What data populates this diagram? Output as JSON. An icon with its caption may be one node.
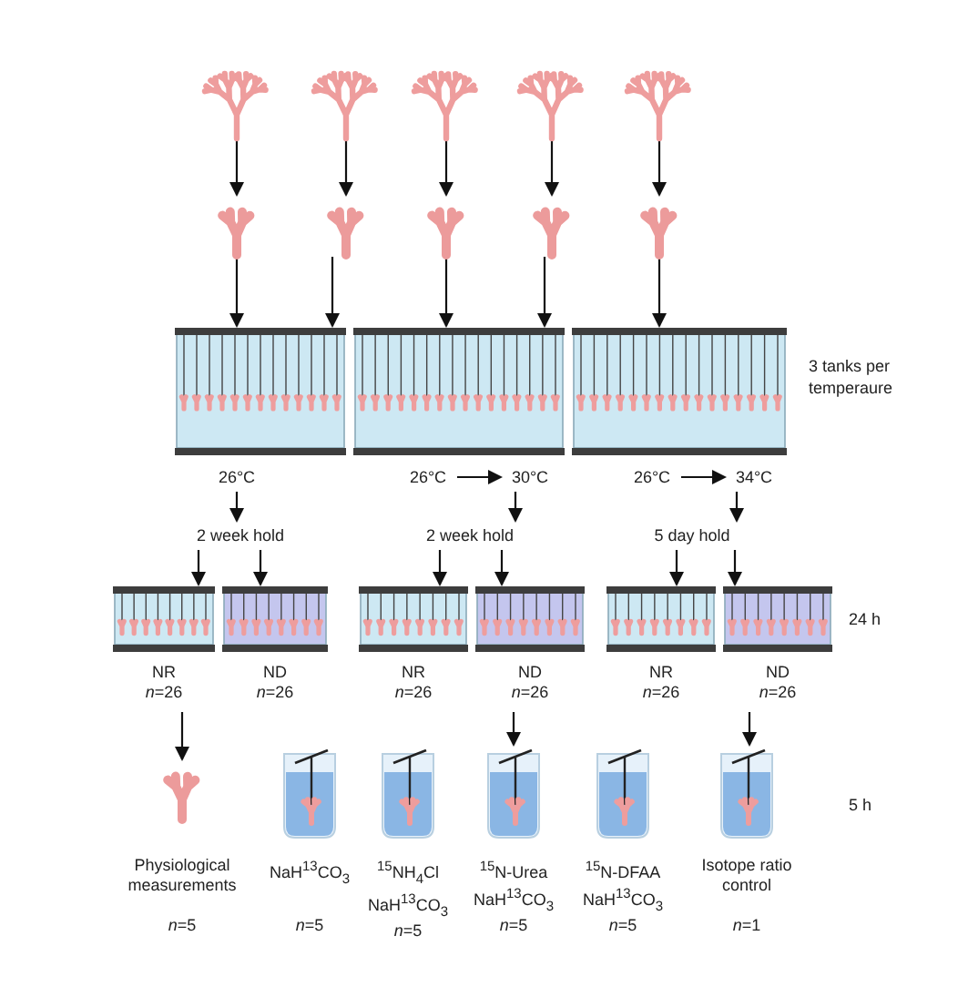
{
  "diagram": {
    "nodes": [
      {
        "text": [],
        "shape": "picture"
      },
      {
        "text": [],
        "shape": "picture"
      },
      {
        "text": [],
        "shape": "picture"
      },
      {
        "text": [],
        "shape": "picture"
      },
      {
        "text": [],
        "shape": "picture"
      },
      {
        "text": [],
        "shape": "picture"
      },
      {
        "text": [],
        "shape": "picture"
      },
      {
        "text": [],
        "shape": "picture"
      },
      {
        "text": [],
        "shape": "picture"
      },
      {
        "text": [],
        "shape": "picture"
      },
      {
        "text": [],
        "shape": "picture"
      },
      {
        "text": [],
        "shape": "picture"
      },
      {
        "text": [],
        "shape": "picture"
      },
      {
        "text": [
          "26°C"
        ]
      },
      {
        "text": [
          "26°C"
        ]
      },
      {
        "text": [
          "30°C"
        ]
      },
      {
        "text": [
          "26°C"
        ]
      },
      {
        "text": [
          "34°C"
        ]
      },
      {
        "text": [
          "2 week hold"
        ]
      },
      {
        "text": [
          "2 week hold"
        ]
      },
      {
        "text": [
          "5 day hold"
        ]
      },
      {
        "text": [],
        "shape": "picture",
        "beside": [
          "NR",
          "*n*=26"
        ]
      },
      {
        "text": [],
        "shape": "picture",
        "beside": [
          "ND",
          "*n*=26"
        ]
      },
      {
        "text": [],
        "shape": "picture",
        "beside": [
          "NR",
          "*n*=26"
        ]
      },
      {
        "text": [],
        "shape": "picture",
        "beside": [
          "ND",
          "*n*=26"
        ]
      },
      {
        "text": [],
        "shape": "picture",
        "beside": [
          "NR",
          "*n*=26"
        ]
      },
      {
        "text": [],
        "shape": "picture",
        "beside": [
          "ND",
          "*n*=26"
        ]
      },
      {
        "text": [
          "Physiological measurements",
          "*n*=5"
        ]
      },
      {
        "text": [],
        "shape": "picture",
        "beside": [
          "NaH$^{13}$CO$_{3}$",
          "*n*=5"
        ]
      },
      {
        "text": [],
        "shape": "picture",
        "beside": [
          "$^{15}$NH$_{4}$Cl",
          "NaH$^{13}$CO$_{3}$",
          "*n*=5"
        ]
      },
      {
        "text": [],
        "shape": "picture",
        "beside": [
          "$^{15}$N-Urea",
          "NaH$^{13}$CO$_{3}$",
          "*n*=5"
        ]
      },
      {
        "text": [],
        "shape": "picture",
        "beside": [
          "$^{15}$N-DFAA",
          "NaH$^{13}$CO$_{3}$",
          "*n*=5"
        ]
      },
      {
        "text": [],
        "shape": "picture",
        "beside": [
          "Isotope ratio control",
          "*n*=1"
        ]
      }
    ],
    "edges": [
      {
        "from": 0,
        "to": 5,
        "arrow": "to"
      },
      {
        "from": 1,
        "to": 6,
        "arrow": "to"
      },
      {
        "from": 2,
        "to": 7,
        "arrow": "to"
      },
      {
        "from": 3,
        "to": 8,
        "arrow": "to"
      },
      {
        "from": 4,
        "to": 9,
        "arrow": "to"
      },
      {
        "from": 5,
        "to": 10,
        "arrow": "to"
      },
      {
        "from": 6,
        "to": 10,
        "arrow": "to"
      },
      {
        "from": 7,
        "to": 11,
        "arrow": "to"
      },
      {
        "from": 8,
        "to": 11,
        "arrow": "to"
      },
      {
        "from": 9,
        "to": 12,
        "arrow": "to"
      },
      {
        "from": 14,
        "to": 15,
        "arrow": "to"
      },
      {
        "from": 16,
        "to": 17,
        "arrow": "to"
      },
      {
        "from": 13,
        "to": 18,
        "arrow": "to"
      },
      {
        "from": 15,
        "to": 19,
        "arrow": "to"
      },
      {
        "from": 17,
        "to": 20,
        "arrow": "to"
      },
      {
        "from": 18,
        "to": 21,
        "arrow": "to"
      },
      {
        "from": 18,
        "to": 22,
        "arrow": "to"
      },
      {
        "from": 19,
        "to": 23,
        "arrow": "to"
      },
      {
        "from": 19,
        "to": 24,
        "arrow": "to"
      },
      {
        "from": 20,
        "to": 25,
        "arrow": "to"
      },
      {
        "from": 20,
        "to": 26,
        "arrow": "to"
      },
      {
        "from": 21,
        "to": 27,
        "arrow": "to"
      },
      {
        "from": 24,
        "to": 30,
        "arrow": "to"
      },
      {
        "from": 26,
        "to": 32,
        "arrow": "to"
      }
    ],
    "labels": [
      "3 tanks per temperaure",
      "24 h",
      "5 h"
    ]
  }
}
